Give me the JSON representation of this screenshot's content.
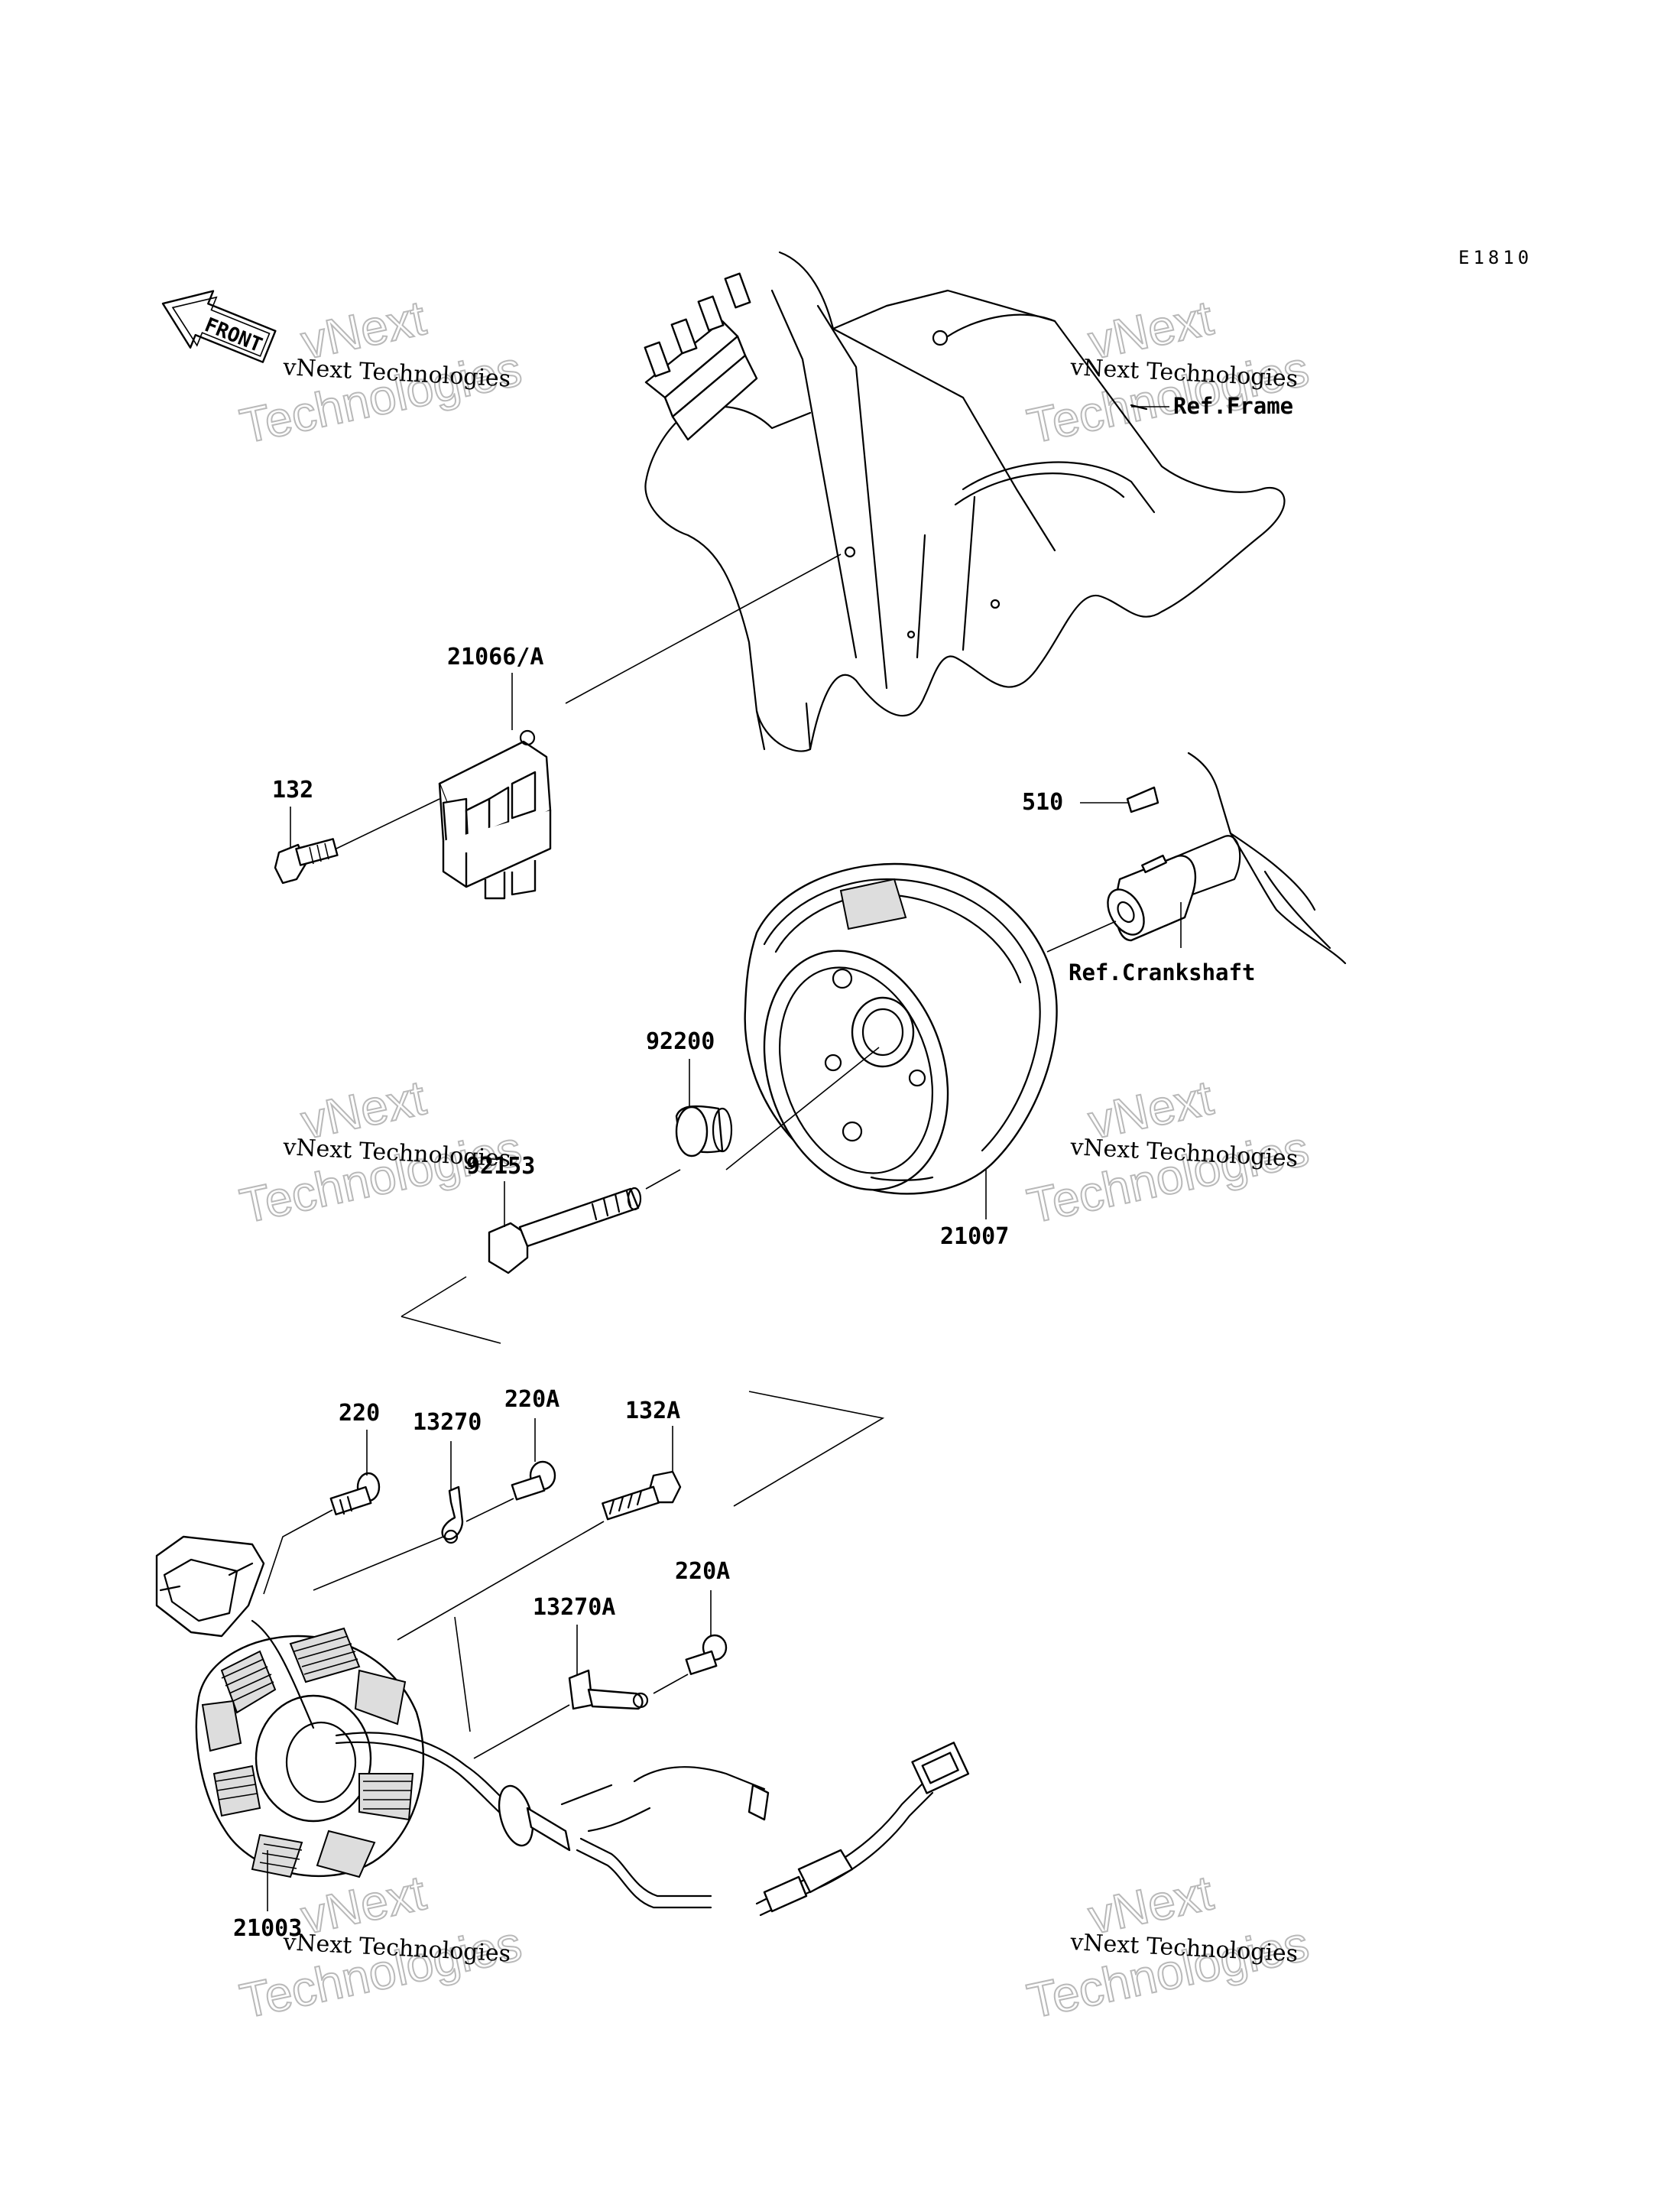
{
  "diagram_code": "E1810",
  "front_label": "FRONT",
  "watermark": {
    "small": "vNext Technologies",
    "large": "Technologies",
    "corner": "vNext"
  },
  "refs": {
    "frame": "Ref.Frame",
    "crankshaft": "Ref.Crankshaft"
  },
  "parts": {
    "p21066A": "21066/A",
    "p132": "132",
    "p510": "510",
    "p92200": "92200",
    "p92153": "92153",
    "p21007": "21007",
    "p220": "220",
    "p13270": "13270",
    "p220A_top": "220A",
    "p132A": "132A",
    "p220A_mid": "220A",
    "p13270A": "13270A",
    "p21003": "21003"
  }
}
